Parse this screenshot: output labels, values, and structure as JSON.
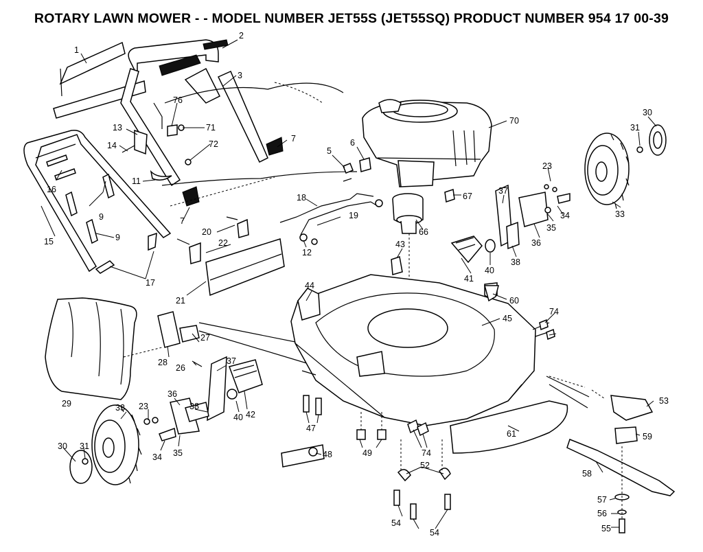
{
  "title": "ROTARY LAWN MOWER - - MODEL NUMBER JET55S (JET55SQ) PRODUCT NUMBER 954 17 00-39",
  "callouts": {
    "c1": "1",
    "c2": "2",
    "c3": "3",
    "c5": "5",
    "c6": "6",
    "c7a": "7",
    "c7b": "7",
    "c9a": "9",
    "c9b": "9",
    "c11": "11",
    "c12": "12",
    "c13": "13",
    "c14": "14",
    "c15": "15",
    "c16": "16",
    "c17": "17",
    "c18": "18",
    "c19": "19",
    "c20": "20",
    "c21": "21",
    "c22": "22",
    "c23a": "23",
    "c23b": "23",
    "c26": "26",
    "c27": "27",
    "c28": "28",
    "c29": "29",
    "c30a": "30",
    "c30b": "30",
    "c31a": "31",
    "c31b": "31",
    "c33a": "33",
    "c33b": "33",
    "c34a": "34",
    "c34b": "34",
    "c35a": "35",
    "c35b": "35",
    "c36a": "36",
    "c36b": "36",
    "c37a": "37",
    "c37b": "37",
    "c38a": "38",
    "c38b": "38",
    "c40a": "40",
    "c40b": "40",
    "c41": "41",
    "c42": "42",
    "c43": "43",
    "c44": "44",
    "c45": "45",
    "c47": "47",
    "c48": "48",
    "c49": "49",
    "c52": "52",
    "c53": "53",
    "c54a": "54",
    "c54b": "54",
    "c55": "55",
    "c56": "56",
    "c57": "57",
    "c58": "58",
    "c59": "59",
    "c60": "60",
    "c61": "61",
    "c66": "66",
    "c67": "67",
    "c70": "70",
    "c71": "71",
    "c72": "72",
    "c74a": "74",
    "c74b": "74",
    "c76": "76"
  }
}
